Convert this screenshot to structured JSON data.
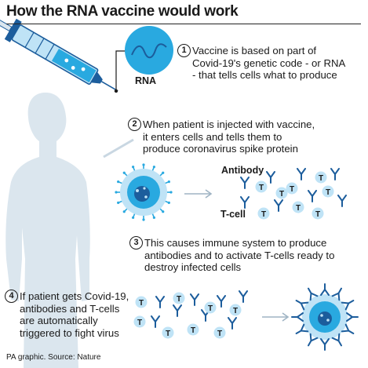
{
  "title": "How the RNA vaccine would work",
  "labels": {
    "rna": "RNA",
    "antibody": "Antibody",
    "tcell": "T-cell",
    "tcell_marker": "T"
  },
  "steps": [
    {
      "number": "1",
      "lines": [
        "Vaccine is based on part of",
        "Covid-19's genetic code - or RNA",
        "- that tells cells what to produce"
      ]
    },
    {
      "number": "2",
      "lines": [
        "When patient is injected with vaccine,",
        "it enters cells and tells them to",
        "produce coronavirus spike protein"
      ]
    },
    {
      "number": "3",
      "lines": [
        "This causes immune system to produce",
        "antibodies and to activate T-cells ready to",
        "destroy infected cells"
      ]
    },
    {
      "number": "4",
      "lines": [
        "If patient gets Covid-19,",
        "antibodies and T-cells",
        "are automatically",
        "triggered to fight virus"
      ]
    }
  ],
  "source": "PA graphic. Source: Nature",
  "colors": {
    "accent": "#29a9e0",
    "accent_light": "#bfe3f6",
    "accent_dark": "#1c5d9c",
    "silhouette": "#dbe6ee",
    "text": "#1a1a1a"
  }
}
